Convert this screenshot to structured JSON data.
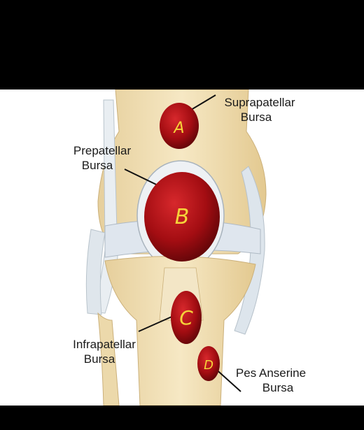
{
  "labels": {
    "suprapatellar": {
      "line1": "Suprapatellar",
      "line2": "Bursa"
    },
    "prepatellar": {
      "line1": "Prepatellar",
      "line2": "Bursa"
    },
    "infrapatellar": {
      "line1": "Infrapatellar",
      "line2": "Bursa"
    },
    "pes_anserine": {
      "line1": "Pes Anserine",
      "line2": "Bursa"
    }
  },
  "bursa_letters": {
    "a": "A",
    "b": "B",
    "c": "C",
    "d": "D"
  },
  "colors": {
    "bursa_fill": "#a30d12",
    "bursa_letter": "#f5d33a",
    "bone": "#efdcae",
    "cartilage": "#dfe6ee",
    "background": "#ffffff",
    "letterbox": "#000000"
  }
}
